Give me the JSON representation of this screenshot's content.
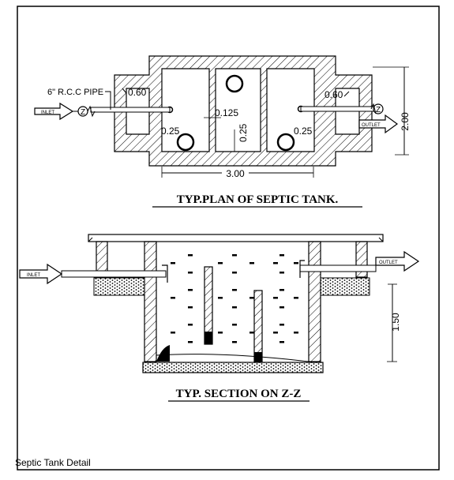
{
  "plan": {
    "title": "TYP.PLAN OF SEPTIC TANK.",
    "pipe_label": "6\" R.C.C PIPE",
    "inlet": "INLET",
    "outlet": "OUTLET",
    "section_marker": "Z",
    "dims": {
      "wall_left": "0.60",
      "wall_right": "0.60",
      "partition": "0.125",
      "offset_left": "0.25",
      "offset_mid": "0.25",
      "offset_right": "0.25",
      "length": "3.00",
      "width": "2.00"
    }
  },
  "section": {
    "title": "TYP. SECTION ON Z-Z",
    "inlet": "INLET",
    "outlet": "OUTLET",
    "depth": "1.50"
  },
  "caption": "Septic Tank Detail"
}
